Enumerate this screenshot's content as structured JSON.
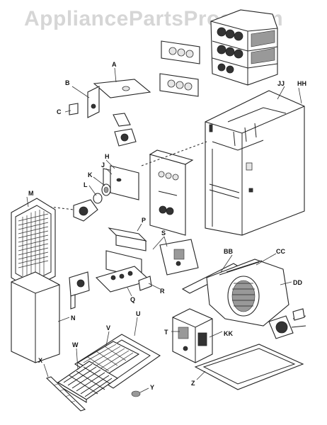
{
  "watermark": "AppliancePartsPros.com",
  "labels": {
    "A": "A",
    "B": "B",
    "C": "C",
    "H": "H",
    "J": "J",
    "K": "K",
    "L": "L",
    "M": "M",
    "N": "N",
    "P": "P",
    "Q": "Q",
    "R": "R",
    "S": "S",
    "T": "T",
    "U": "U",
    "V": "V",
    "W": "W",
    "X": "X",
    "Y": "Y",
    "Z": "Z",
    "BB": "BB",
    "CC": "CC",
    "DD": "DD",
    "HH": "HH",
    "JJ": "JJ",
    "KK": "KK"
  }
}
